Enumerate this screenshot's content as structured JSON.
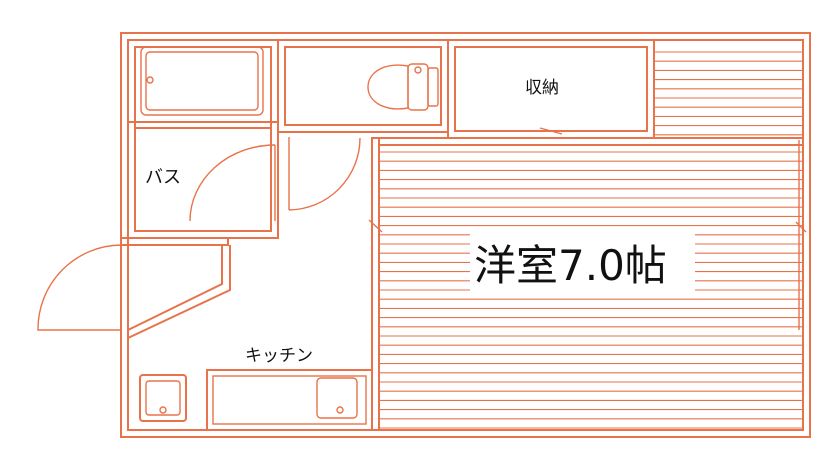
{
  "accent_color": "#e8734a",
  "rooms": {
    "bath": "バス",
    "storage": "収納",
    "kitchen": "キッチン",
    "western_room": "洋室7.0帖"
  }
}
